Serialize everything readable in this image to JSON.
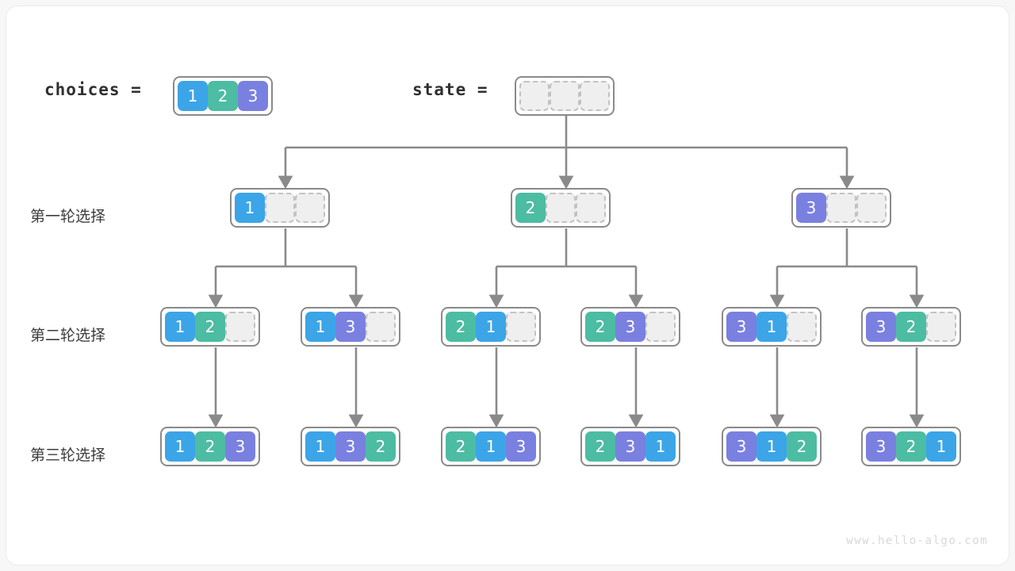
{
  "diagram": {
    "title_choices": "choices  =",
    "title_state": "state  =",
    "watermark": "www.hello-algo.com",
    "row_labels": [
      "第一轮选择",
      "第二轮选择",
      "第三轮选择"
    ],
    "colors": {
      "value_1": "#3ba5e8",
      "value_2": "#4cbca3",
      "value_3": "#7a80e0",
      "empty_fill": "#efefef",
      "empty_border": "#c2c2c2",
      "array_border": "#8a8a8a",
      "connector": "#8a8a8a",
      "background": "#ffffff"
    },
    "choices": [
      "1",
      "2",
      "3"
    ],
    "state": [
      "",
      "",
      ""
    ],
    "level1": [
      {
        "cells": [
          "1",
          "",
          ""
        ]
      },
      {
        "cells": [
          "2",
          "",
          ""
        ]
      },
      {
        "cells": [
          "3",
          "",
          ""
        ]
      }
    ],
    "level2": [
      {
        "cells": [
          "1",
          "2",
          ""
        ]
      },
      {
        "cells": [
          "1",
          "3",
          ""
        ]
      },
      {
        "cells": [
          "2",
          "1",
          ""
        ]
      },
      {
        "cells": [
          "2",
          "3",
          ""
        ]
      },
      {
        "cells": [
          "3",
          "1",
          ""
        ]
      },
      {
        "cells": [
          "3",
          "2",
          ""
        ]
      }
    ],
    "level3": [
      {
        "cells": [
          "1",
          "2",
          "3"
        ]
      },
      {
        "cells": [
          "1",
          "3",
          "2"
        ]
      },
      {
        "cells": [
          "2",
          "1",
          "3"
        ]
      },
      {
        "cells": [
          "2",
          "3",
          "1"
        ]
      },
      {
        "cells": [
          "3",
          "1",
          "2"
        ]
      },
      {
        "cells": [
          "3",
          "2",
          "1"
        ]
      }
    ]
  }
}
